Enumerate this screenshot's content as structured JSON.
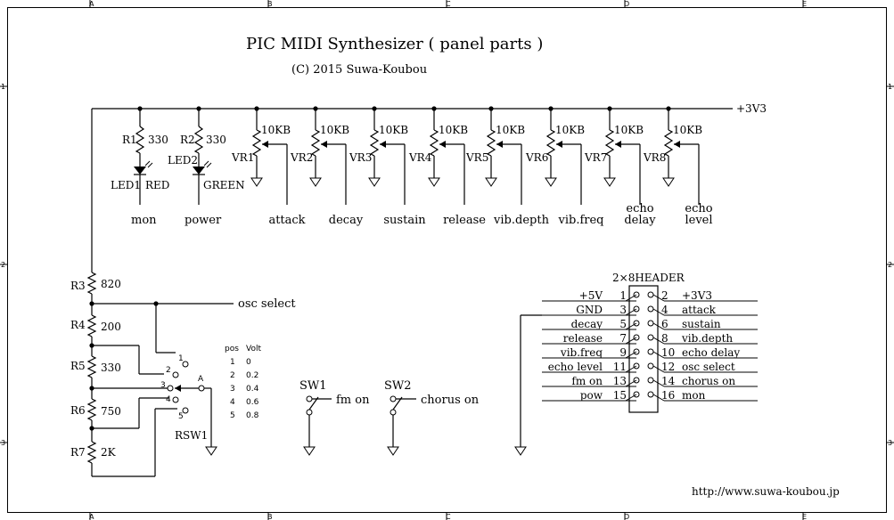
{
  "title": "PIC MIDI Synthesizer ( panel parts )",
  "copyright": "(C) 2015 Suwa-Koubou",
  "url": "http://www.suwa-koubou.jp",
  "frame": {
    "cols": [
      "A",
      "B",
      "C",
      "D",
      "E"
    ],
    "rows": [
      "1",
      "2",
      "3"
    ]
  },
  "supply": "+3V3",
  "leds": [
    {
      "res": "R1",
      "res_val": "330",
      "led": "LED1",
      "color": "RED",
      "signal": "mon"
    },
    {
      "res": "R2",
      "res_val": "330",
      "led": "LED2",
      "color": "GREEN",
      "signal": "power"
    }
  ],
  "pots": [
    {
      "ref": "VR1",
      "value": "10KB",
      "signal": [
        "attack"
      ]
    },
    {
      "ref": "VR2",
      "value": "10KB",
      "signal": [
        "decay"
      ]
    },
    {
      "ref": "VR3",
      "value": "10KB",
      "signal": [
        "sustain"
      ]
    },
    {
      "ref": "VR4",
      "value": "10KB",
      "signal": [
        "release"
      ]
    },
    {
      "ref": "VR5",
      "value": "10KB",
      "signal": [
        "vib.depth"
      ]
    },
    {
      "ref": "VR6",
      "value": "10KB",
      "signal": [
        "vib.freq"
      ]
    },
    {
      "ref": "VR7",
      "value": "10KB",
      "signal": [
        "echo",
        "delay"
      ]
    },
    {
      "ref": "VR8",
      "value": "10KB",
      "signal": [
        "echo",
        "level"
      ]
    }
  ],
  "ladder": [
    {
      "ref": "R3",
      "value": "820"
    },
    {
      "ref": "R4",
      "value": "200"
    },
    {
      "ref": "R5",
      "value": "330"
    },
    {
      "ref": "R6",
      "value": "750"
    },
    {
      "ref": "R7",
      "value": "2K"
    }
  ],
  "osc_select": "osc select",
  "rotary": {
    "ref": "RSW1",
    "common": "A",
    "pos_label": "1 2 3 4 5",
    "table_header": [
      "pos",
      "Volt"
    ],
    "table": [
      [
        "1",
        "0"
      ],
      [
        "2",
        "0.2"
      ],
      [
        "3",
        "0.4"
      ],
      [
        "4",
        "0.6"
      ],
      [
        "5",
        "0.8"
      ]
    ]
  },
  "switches": [
    {
      "ref": "SW1",
      "label": "fm on"
    },
    {
      "ref": "SW2",
      "label": "chorus on"
    }
  ],
  "header": {
    "name": "2×8HEADER",
    "left": [
      {
        "sig": "+5V",
        "pin": "1"
      },
      {
        "sig": "GND",
        "pin": "3"
      },
      {
        "sig": "decay",
        "pin": "5"
      },
      {
        "sig": "release",
        "pin": "7"
      },
      {
        "sig": "vib.freq",
        "pin": "9"
      },
      {
        "sig": "echo level",
        "pin": "11"
      },
      {
        "sig": "fm on",
        "pin": "13"
      },
      {
        "sig": "pow",
        "pin": "15"
      }
    ],
    "right": [
      {
        "pin": "2",
        "sig": "+3V3"
      },
      {
        "pin": "4",
        "sig": "attack"
      },
      {
        "pin": "6",
        "sig": "sustain"
      },
      {
        "pin": "8",
        "sig": "vib.depth"
      },
      {
        "pin": "10",
        "sig": "echo delay"
      },
      {
        "pin": "12",
        "sig": "osc select"
      },
      {
        "pin": "14",
        "sig": "chorus on"
      },
      {
        "pin": "16",
        "sig": "mon"
      }
    ]
  }
}
